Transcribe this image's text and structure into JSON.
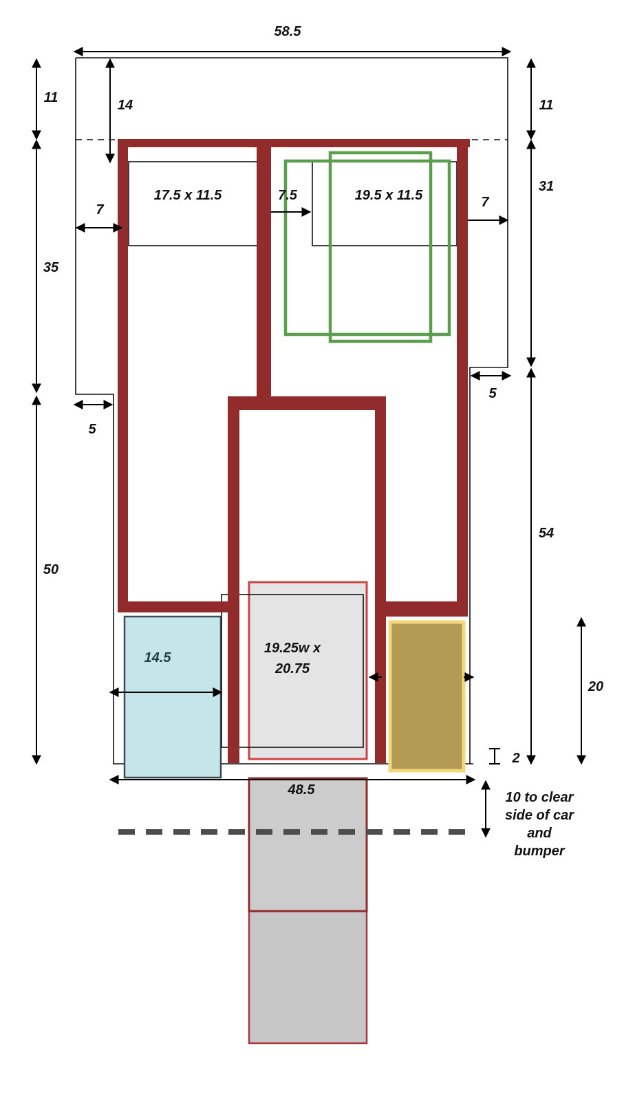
{
  "dimensions": {
    "top_width": "58.5",
    "left_top_margin": "11",
    "inner_top_offset": "14",
    "right_top_margin": "11",
    "left_upper_height": "35",
    "right_upper_height": "31",
    "left_side_gap": "7",
    "center_gap": "7.5",
    "right_side_gap": "7",
    "left_step": "5",
    "right_step": "5",
    "left_lower_height": "50",
    "right_lower_height": "54",
    "bottom_width": "48.5",
    "teal_width": "14.5",
    "right_module_height": "20",
    "bottom_clearance": "2"
  },
  "boxes": {
    "upper_left": "17.5 x 11.5",
    "upper_right": "19.5 x 11.5",
    "center_line1": "19.25w x",
    "center_line2": "20.75"
  },
  "note": {
    "line1": "10 to clear",
    "line2": "side of car",
    "line3": "and",
    "line4": "bumper"
  },
  "colors": {
    "frame": "#922b2b",
    "green_outline": "#5a9e4e",
    "teal_fill": "#c4e6ea",
    "olive_fill": "#b39a55",
    "olive_border": "#f2d77b",
    "center_fill": "#e4e4e4",
    "center_outline": "#cc4444",
    "ramp_fill": "#cccccc",
    "dashed_line": "#4d4d4d"
  }
}
